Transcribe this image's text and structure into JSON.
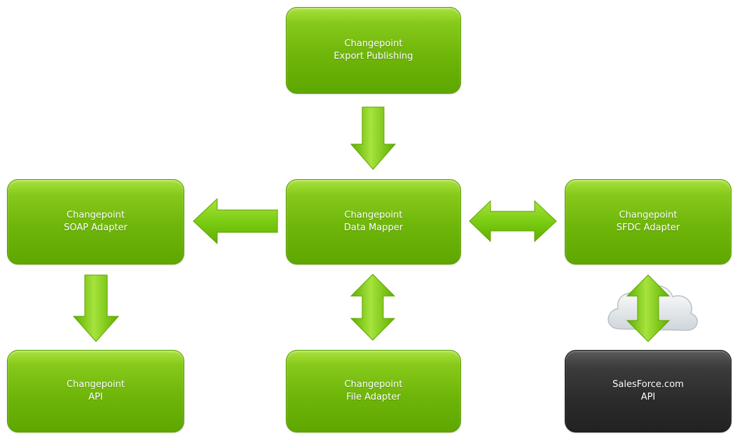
{
  "nodes": {
    "export_publishing": {
      "line1": "Changepoint",
      "line2": "Export Publishing"
    },
    "soap_adapter": {
      "line1": "Changepoint",
      "line2": "SOAP Adapter"
    },
    "data_mapper": {
      "line1": "Changepoint",
      "line2": "Data Mapper"
    },
    "sfdc_adapter": {
      "line1": "Changepoint",
      "line2": "SFDC Adapter"
    },
    "api": {
      "line1": "Changepoint",
      "line2": "API"
    },
    "file_adapter": {
      "line1": "Changepoint",
      "line2": "File Adapter"
    },
    "salesforce_api": {
      "line1": "SalesForce.com",
      "line2": "API"
    }
  },
  "colors": {
    "node_green": "#6fb60a",
    "node_dark": "#2e2e2e",
    "arrow_green": "#7ccd14",
    "cloud": "#e3e7ea"
  },
  "icons": [
    "arrow-down-icon",
    "arrow-left-icon",
    "arrow-left-right-icon",
    "arrow-up-down-icon",
    "cloud-icon"
  ]
}
